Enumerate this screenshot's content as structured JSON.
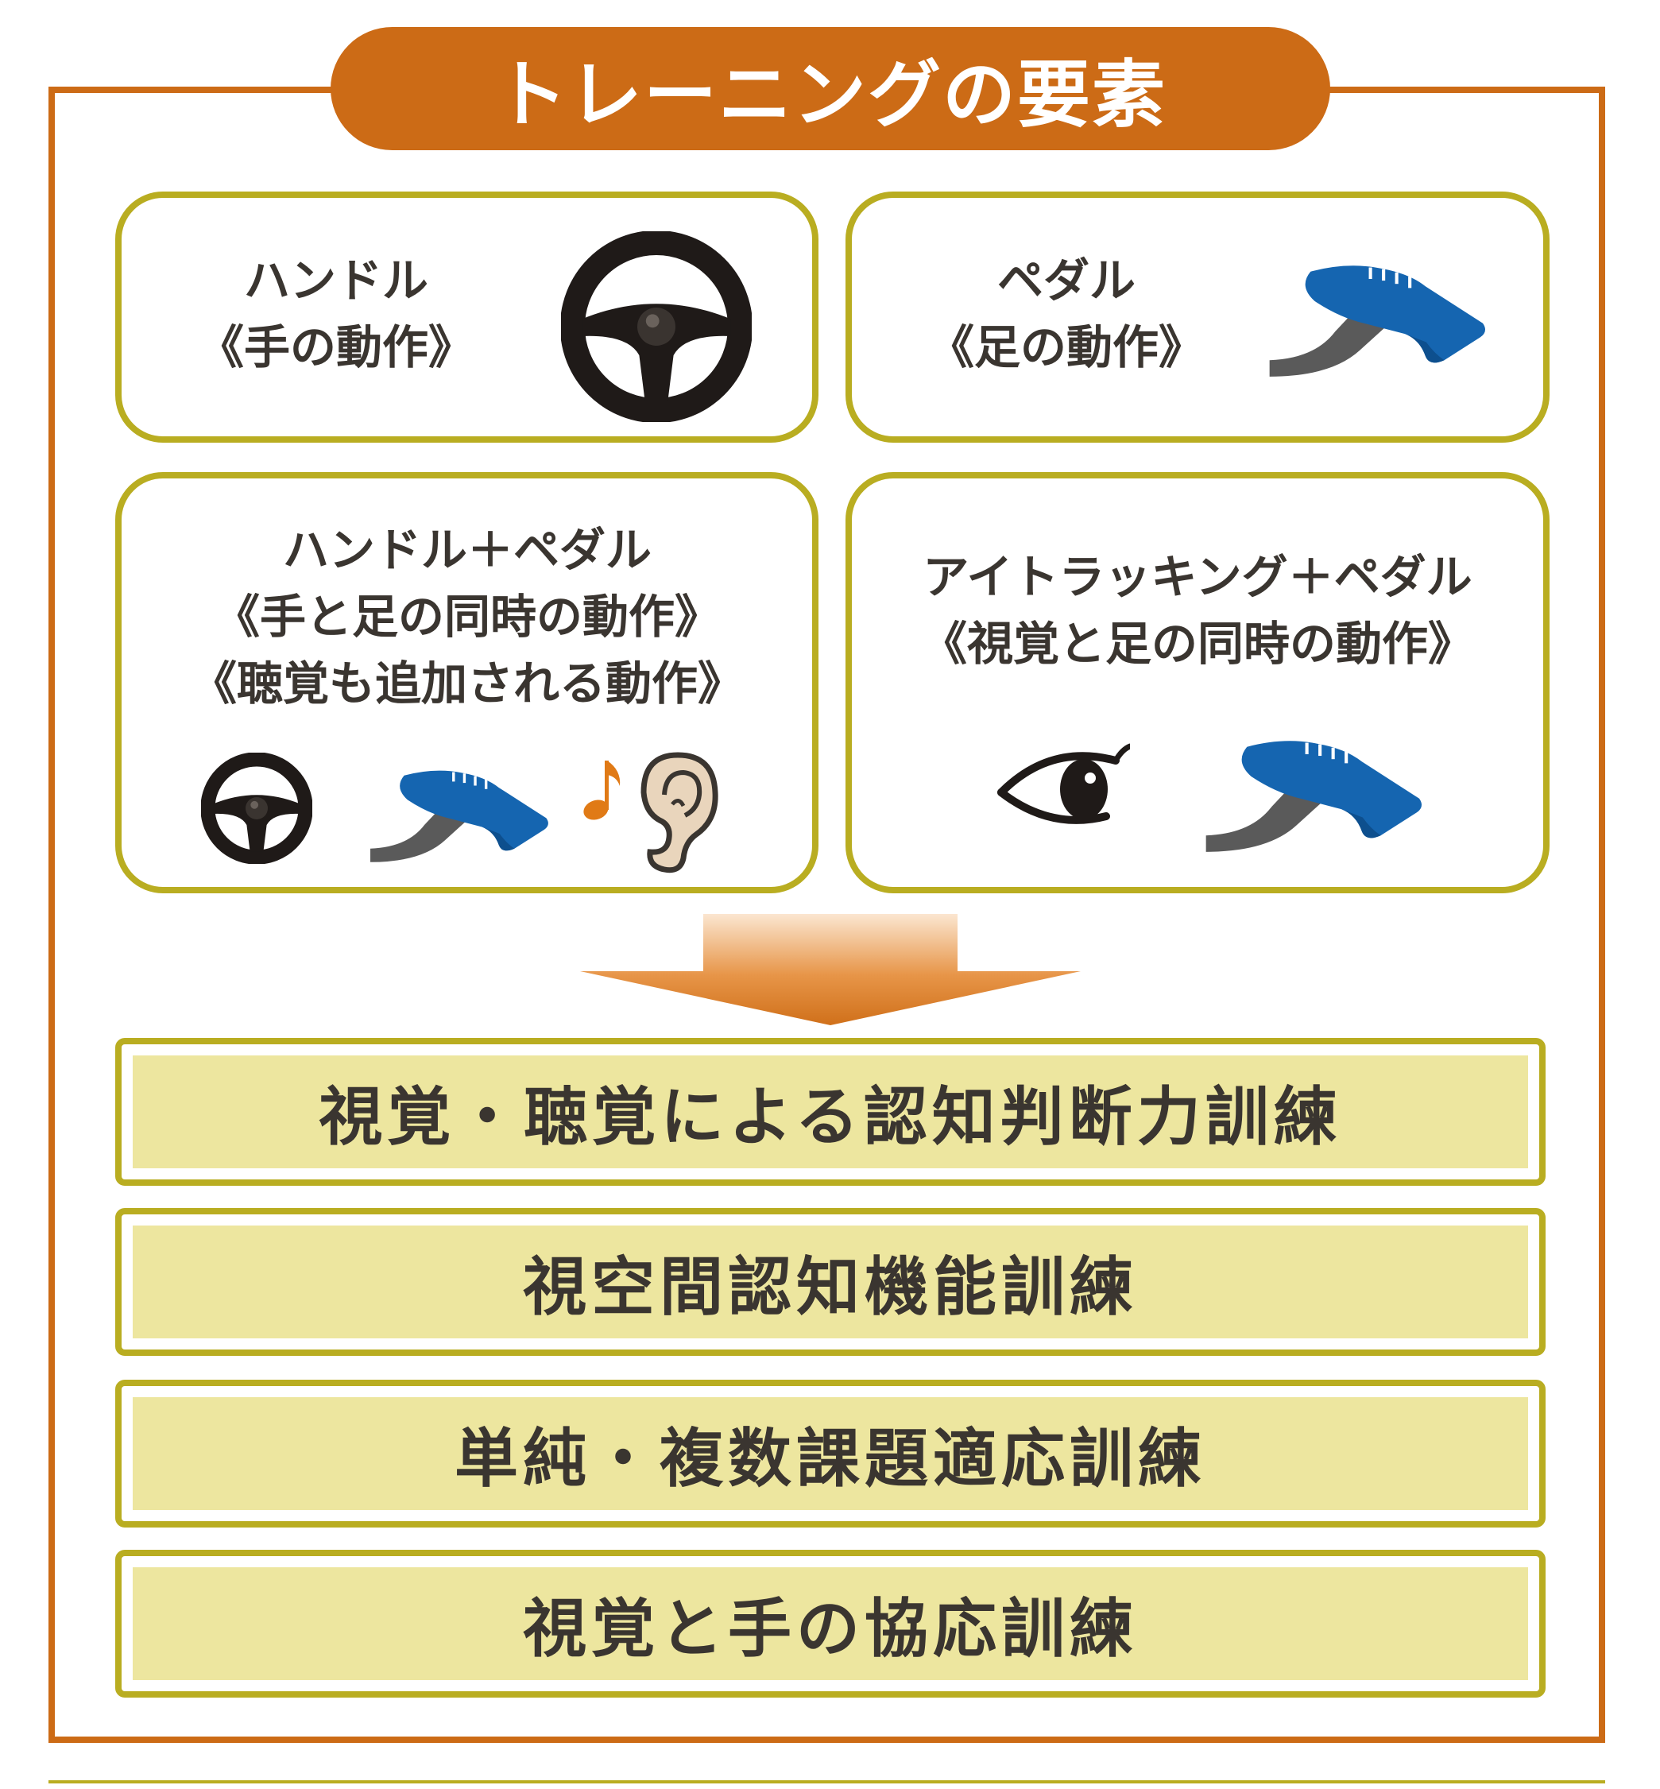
{
  "title": "トレーニングの要素",
  "cards": [
    {
      "line1": "ハンドル",
      "line2": "《手の動作》",
      "icons": [
        "steering-wheel-icon"
      ]
    },
    {
      "line1": "ペダル",
      "line2": "《足の動作》",
      "icons": [
        "shoe-pedal-icon"
      ]
    },
    {
      "line1": "ハンドル＋ペダル",
      "line2": "《手と足の同時の動作》",
      "line3": "《聴覚も追加される動作》",
      "icons": [
        "steering-wheel-icon",
        "shoe-pedal-icon",
        "music-note-icon",
        "ear-icon"
      ]
    },
    {
      "line1": "アイトラッキング＋ペダル",
      "line2": "《視覚と足の同時の動作》",
      "icons": [
        "eye-icon",
        "shoe-pedal-icon"
      ]
    }
  ],
  "trainings": [
    "視覚・聴覚による認知判断力訓練",
    "視空間認知機能訓練",
    "単純・複数課題適応訓練",
    "視覚と手の協応訓練"
  ],
  "colors": {
    "accent": "#cc6b16",
    "card_border": "#b9ad21",
    "bar_fill": "#ede69f",
    "shoe": "#1565b0",
    "pedal": "#5a5a5a"
  }
}
